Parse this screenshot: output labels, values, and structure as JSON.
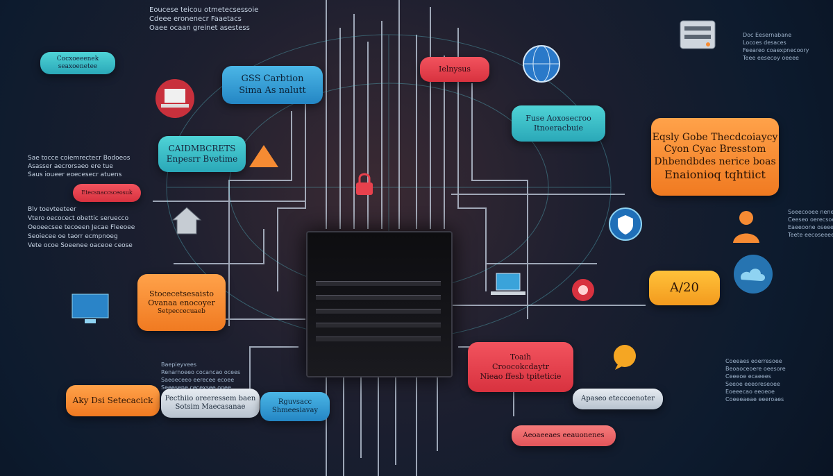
{
  "bubbles": {
    "top_left_teal": "Cocxoeeenek\nseaxoenetee",
    "center_blue_line1": "GSS Carbtion",
    "center_blue_line2": "Sima As nalutt",
    "top_red": "Ielnysus",
    "mid_teal_line1": "Fuse Aoxosecroo",
    "mid_teal_line2": "Itnoeracbuie",
    "right_orange_line1": "Eqsly Gobe Thecdcoiaycy",
    "right_orange_line2": "Cyon Cyac Bresstom",
    "right_orange_line3": "Dhbendbdes nerice boas",
    "right_orange_line4": "Enaionioq tqhtiict",
    "left_teal_line1": "CAIDMBCRETS",
    "left_teal_line2": "Enpesrr Bvetime",
    "left_red_small": "Etecsnaccsceosuk",
    "left_orange_line1": "Stocecetsesaisto",
    "left_orange_line2": "Ovanaa enocoyer",
    "left_orange_line3": "Setpeccecuaeb",
    "right_yellow": "A/20",
    "center_red_line1": "Toaih",
    "center_red_line2": "Croocokcdaytr",
    "center_red_line3": "Nieao ffesb tpiteticie",
    "bottom_left_orange": "Aky Dsi Setecacick",
    "bottom_left_gray_line1": "Pecthiio oreeressem baen",
    "bottom_left_gray_line2": "Sotsim Maecasanae",
    "bottom_blue_line1": "Rguvsacc",
    "bottom_blue_line2": "Shmeesiavay",
    "bottom_center_gray": "Apaseo eteccoenoter",
    "bottom_pink": "Aeoaeeaes eeauonenes"
  },
  "texts": {
    "top_header": "Eoucese teicou otmetecsessoie\nCdeee eronenecr Faaetacs\nOaee ocaan greinet asestess",
    "top_right": "Doc Eesernabane\nLocoes desaces\nFeeareo coaexpnecoory\nTeee eesecoy oeeee",
    "left_block1": "Sae tocce coiemrectecr Bodoeos\nAsasser aecrorsaeo ere tue\nSaus ioueer eoecesecr atuens",
    "left_block2": "Blv toevteeteer\nVtero oecocect obettic seruecco\nOeoeecsee tecoeen Jecae Fleeoee\nSeoiecee oe taorr ecmpnoeg\nVete ocoe Soeenee oaceoe ceose",
    "left_block3": "Baepieyvees\nRenarnoeeo cocancao ocees\nSaeoeceeo eerecee ecoee\nSeeesene cecexsee ooee",
    "right_block1": "Soeecooee nenesee\nCeeseo oerecsoee\nEaeeoone oseee\nTeete eecoseeee",
    "right_block2": "Coeeaes eoerresoee\nBeoaoceoere oeesore\nCeeeoe ecaeees\nSeeoe eeeoreseoee\nEoeeecao eeoeoe\nCoeeeaeae eeeroaes"
  },
  "colors": {
    "teal": "#3fc6cf",
    "red": "#e8414d",
    "orange": "#f68b33",
    "blue": "#3aa3da",
    "background": "#111a2b"
  },
  "icons": [
    "laptop-icon",
    "server-icon",
    "shield-icon",
    "person-icon",
    "gear-icon",
    "globe-icon",
    "cloud-icon"
  ]
}
